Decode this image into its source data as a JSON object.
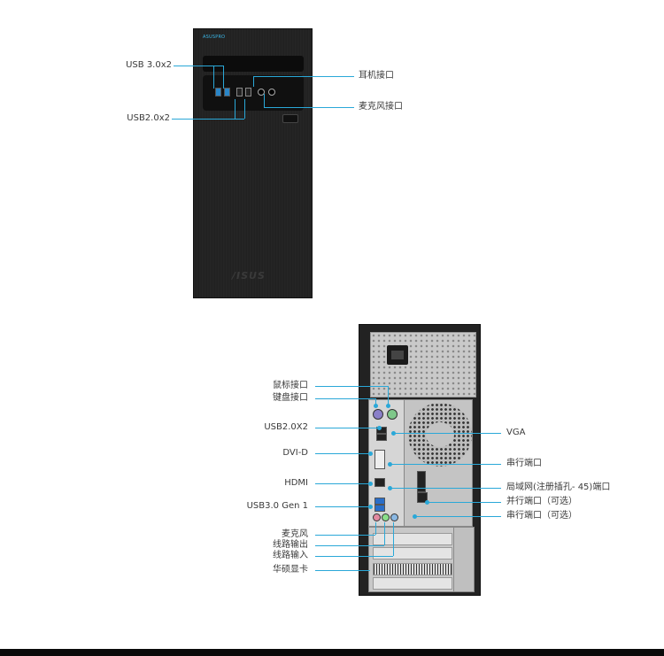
{
  "front": {
    "brand": "ASUSPRO",
    "logo": "/ISUS",
    "labels": {
      "usb30": "USB 3.0x2",
      "usb20": "USB2.0x2",
      "headphone": "耳机接口",
      "mic": "麦克风接口"
    }
  },
  "rear": {
    "labels": {
      "mouse": "鼠标接口",
      "keyboard": "键盘接口",
      "usb20": "USB2.0X2",
      "dvi": "DVI-D",
      "hdmi": "HDMI",
      "usb30": "USB3.0 Gen 1",
      "mic": "麦克风",
      "line_out": "线路输出",
      "line_in": "线路输入",
      "gpu": "华硕显卡",
      "vga": "VGA",
      "serial": "串行端口",
      "lan": "局域网(注册插孔- 45)端口",
      "parallel_opt": "并行端口（可选）",
      "serial_opt": "串行端口（可选）"
    }
  },
  "colors": {
    "accent": "#2aa8d8",
    "case": "#222222"
  }
}
